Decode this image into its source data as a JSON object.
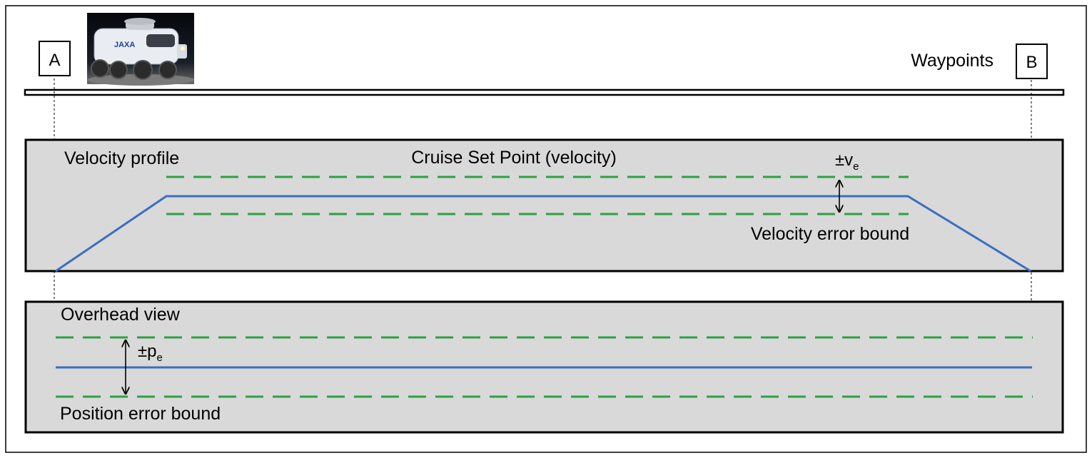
{
  "waypoints": {
    "start_label": "A",
    "end_label": "B",
    "title": "Waypoints"
  },
  "rover_image": {
    "icon": "lunar-rover-image",
    "badge_text": "JAXA"
  },
  "velocity_panel": {
    "title": "Velocity profile",
    "setpoint_label": "Cruise Set Point (velocity)",
    "error_symbol": "±v",
    "error_subscript": "e",
    "error_label": "Velocity error bound"
  },
  "overhead_panel": {
    "title": "Overhead view",
    "error_symbol": "±p",
    "error_subscript": "e",
    "error_label": "Position error bound"
  },
  "colors": {
    "profile_line": "#3a6fbf",
    "error_bound": "#2ea043",
    "panel_fill": "#d9d9d9",
    "outline": "#000000"
  }
}
